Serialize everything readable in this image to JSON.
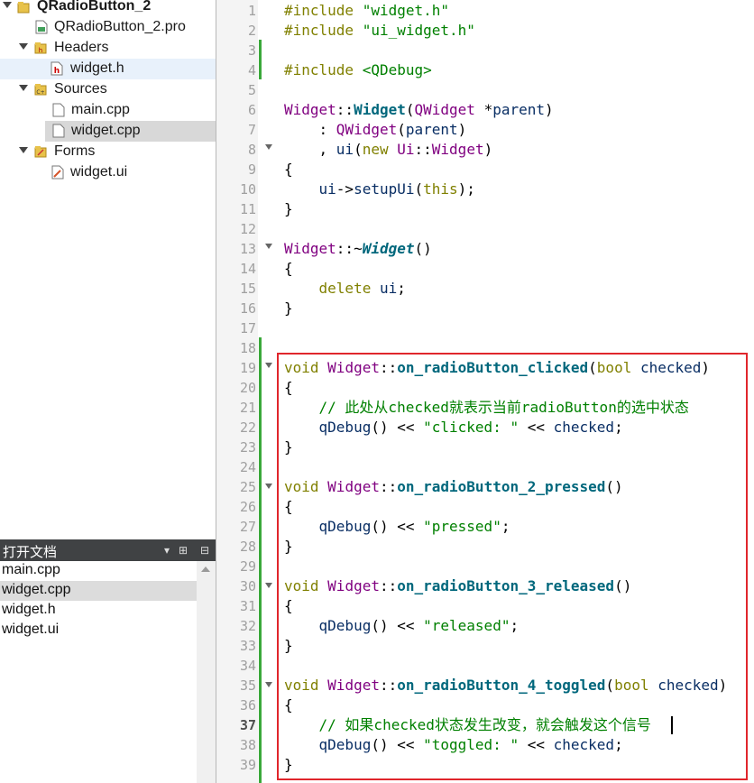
{
  "project_tree": {
    "project_name": "QRadioButton_2",
    "items": [
      {
        "label": "QRadioButton_2.pro",
        "icon": "pro-file-icon"
      },
      {
        "label": "Headers",
        "icon": "headers-folder-icon"
      },
      {
        "label": "widget.h",
        "icon": "header-file-icon"
      },
      {
        "label": "Sources",
        "icon": "sources-folder-icon"
      },
      {
        "label": "main.cpp",
        "icon": "cpp-file-icon"
      },
      {
        "label": "widget.cpp",
        "icon": "cpp-file-icon"
      },
      {
        "label": "Forms",
        "icon": "forms-folder-icon"
      },
      {
        "label": "widget.ui",
        "icon": "ui-file-icon"
      }
    ]
  },
  "open_documents": {
    "title": "打开文档",
    "items": [
      "main.cpp",
      "widget.cpp",
      "widget.h",
      "widget.ui"
    ],
    "selected": "widget.cpp"
  },
  "editor": {
    "current_line": 37,
    "lines": [
      {
        "n": "1",
        "text": "#include \"widget.h\""
      },
      {
        "n": "2",
        "text": "#include \"ui_widget.h\""
      },
      {
        "n": "3",
        "text": ""
      },
      {
        "n": "4",
        "text": "#include <QDebug>"
      },
      {
        "n": "5",
        "text": ""
      },
      {
        "n": "6",
        "text": "Widget::Widget(QWidget *parent)"
      },
      {
        "n": "7",
        "text": "    : QWidget(parent)"
      },
      {
        "n": "8",
        "text": "    , ui(new Ui::Widget)"
      },
      {
        "n": "9",
        "text": "{"
      },
      {
        "n": "10",
        "text": "    ui->setupUi(this);"
      },
      {
        "n": "11",
        "text": "}"
      },
      {
        "n": "12",
        "text": ""
      },
      {
        "n": "13",
        "text": "Widget::~Widget()"
      },
      {
        "n": "14",
        "text": "{"
      },
      {
        "n": "15",
        "text": "    delete ui;"
      },
      {
        "n": "16",
        "text": "}"
      },
      {
        "n": "17",
        "text": ""
      },
      {
        "n": "18",
        "text": ""
      },
      {
        "n": "19",
        "text": "void Widget::on_radioButton_clicked(bool checked)"
      },
      {
        "n": "20",
        "text": "{"
      },
      {
        "n": "21",
        "text": "    // 此处从checked就表示当前radioButton的选中状态"
      },
      {
        "n": "22",
        "text": "    qDebug() << \"clicked: \" << checked;"
      },
      {
        "n": "23",
        "text": "}"
      },
      {
        "n": "24",
        "text": ""
      },
      {
        "n": "25",
        "text": "void Widget::on_radioButton_2_pressed()"
      },
      {
        "n": "26",
        "text": "{"
      },
      {
        "n": "27",
        "text": "    qDebug() << \"pressed\";"
      },
      {
        "n": "28",
        "text": "}"
      },
      {
        "n": "29",
        "text": ""
      },
      {
        "n": "30",
        "text": "void Widget::on_radioButton_3_released()"
      },
      {
        "n": "31",
        "text": "{"
      },
      {
        "n": "32",
        "text": "    qDebug() << \"released\";"
      },
      {
        "n": "33",
        "text": "}"
      },
      {
        "n": "34",
        "text": ""
      },
      {
        "n": "35",
        "text": "void Widget::on_radioButton_4_toggled(bool checked)"
      },
      {
        "n": "36",
        "text": "{"
      },
      {
        "n": "37",
        "text": "    // 如果checked状态发生改变，就会触发这个信号"
      },
      {
        "n": "38",
        "text": "    qDebug() << \"toggled: \" << checked;"
      },
      {
        "n": "39",
        "text": "}"
      }
    ]
  },
  "colors": {
    "keyword": "#808000",
    "string": "#008000",
    "class": "#800080",
    "function": "#00677c",
    "highlight_box": "#e0262c",
    "change_bar": "#3aa83a"
  }
}
